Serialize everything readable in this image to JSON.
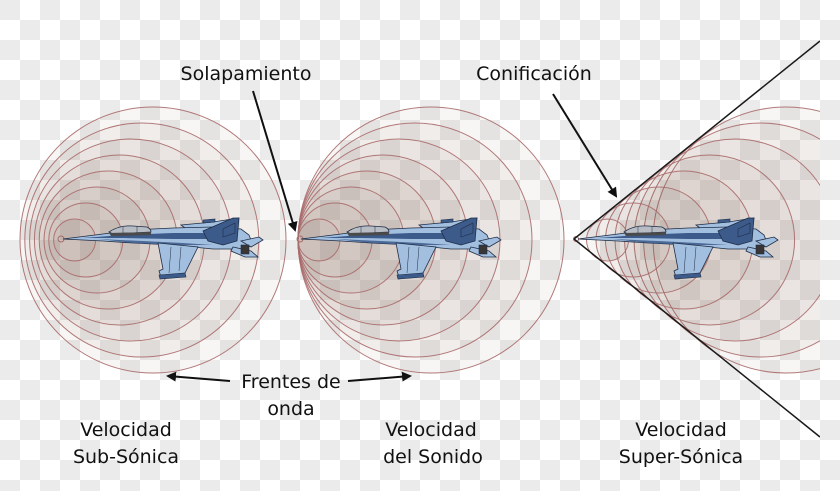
{
  "annotations": {
    "overlap_label": "Solapamiento",
    "coning_label": "Conificación",
    "wavefronts_label_line1": "Frentes de",
    "wavefronts_label_line2": "onda"
  },
  "panels": [
    {
      "id": "subsonic",
      "title_line1": "Velocidad",
      "title_line2": "Sub-Sónica",
      "regime": "subsonic",
      "wavefront_count": 8
    },
    {
      "id": "sonic",
      "title_line1": "Velocidad",
      "title_line2": "del Sonido",
      "regime": "sonic",
      "wavefront_count": 8
    },
    {
      "id": "supersonic",
      "title_line1": "Velocidad",
      "title_line2": "Super-Sónica",
      "regime": "supersonic",
      "wavefront_count": 8
    }
  ],
  "colors": {
    "wave_stroke": "#a86a6a",
    "jet_light": "#a3bfe0",
    "jet_dark": "#3c5a8a",
    "jet_outline": "#1f2d45",
    "jet_exhaust": "#3a3535",
    "text": "#111111",
    "checker_dark": "#ebebeb",
    "checker_light": "#ffffff"
  }
}
